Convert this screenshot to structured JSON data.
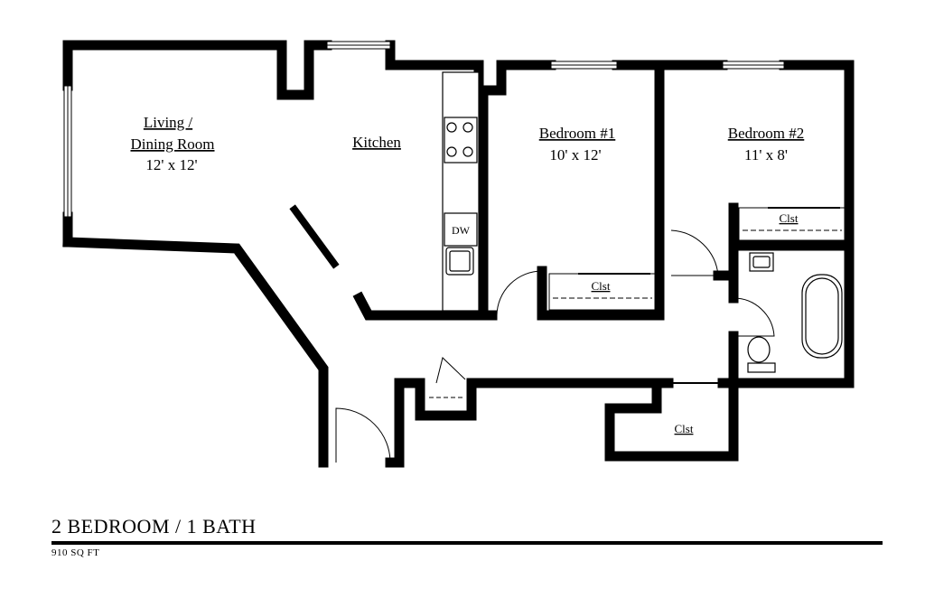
{
  "rooms": {
    "living_name_1": "Living /",
    "living_name_2": "Dining Room",
    "living_size": "12' x 12'",
    "kitchen_name": "Kitchen",
    "bedroom1_name": "Bedroom #1",
    "bedroom1_size": "10' x 12'",
    "bedroom2_name": "Bedroom #2",
    "bedroom2_size": "11' x 8'"
  },
  "fixtures": {
    "dishwasher": "DW",
    "closet_bed1": "Clst",
    "closet_bed2": "Clst",
    "closet_hall": "Clst"
  },
  "footer": {
    "title": "2 BEDROOM / 1 BATH",
    "area": "910 SQ FT"
  }
}
